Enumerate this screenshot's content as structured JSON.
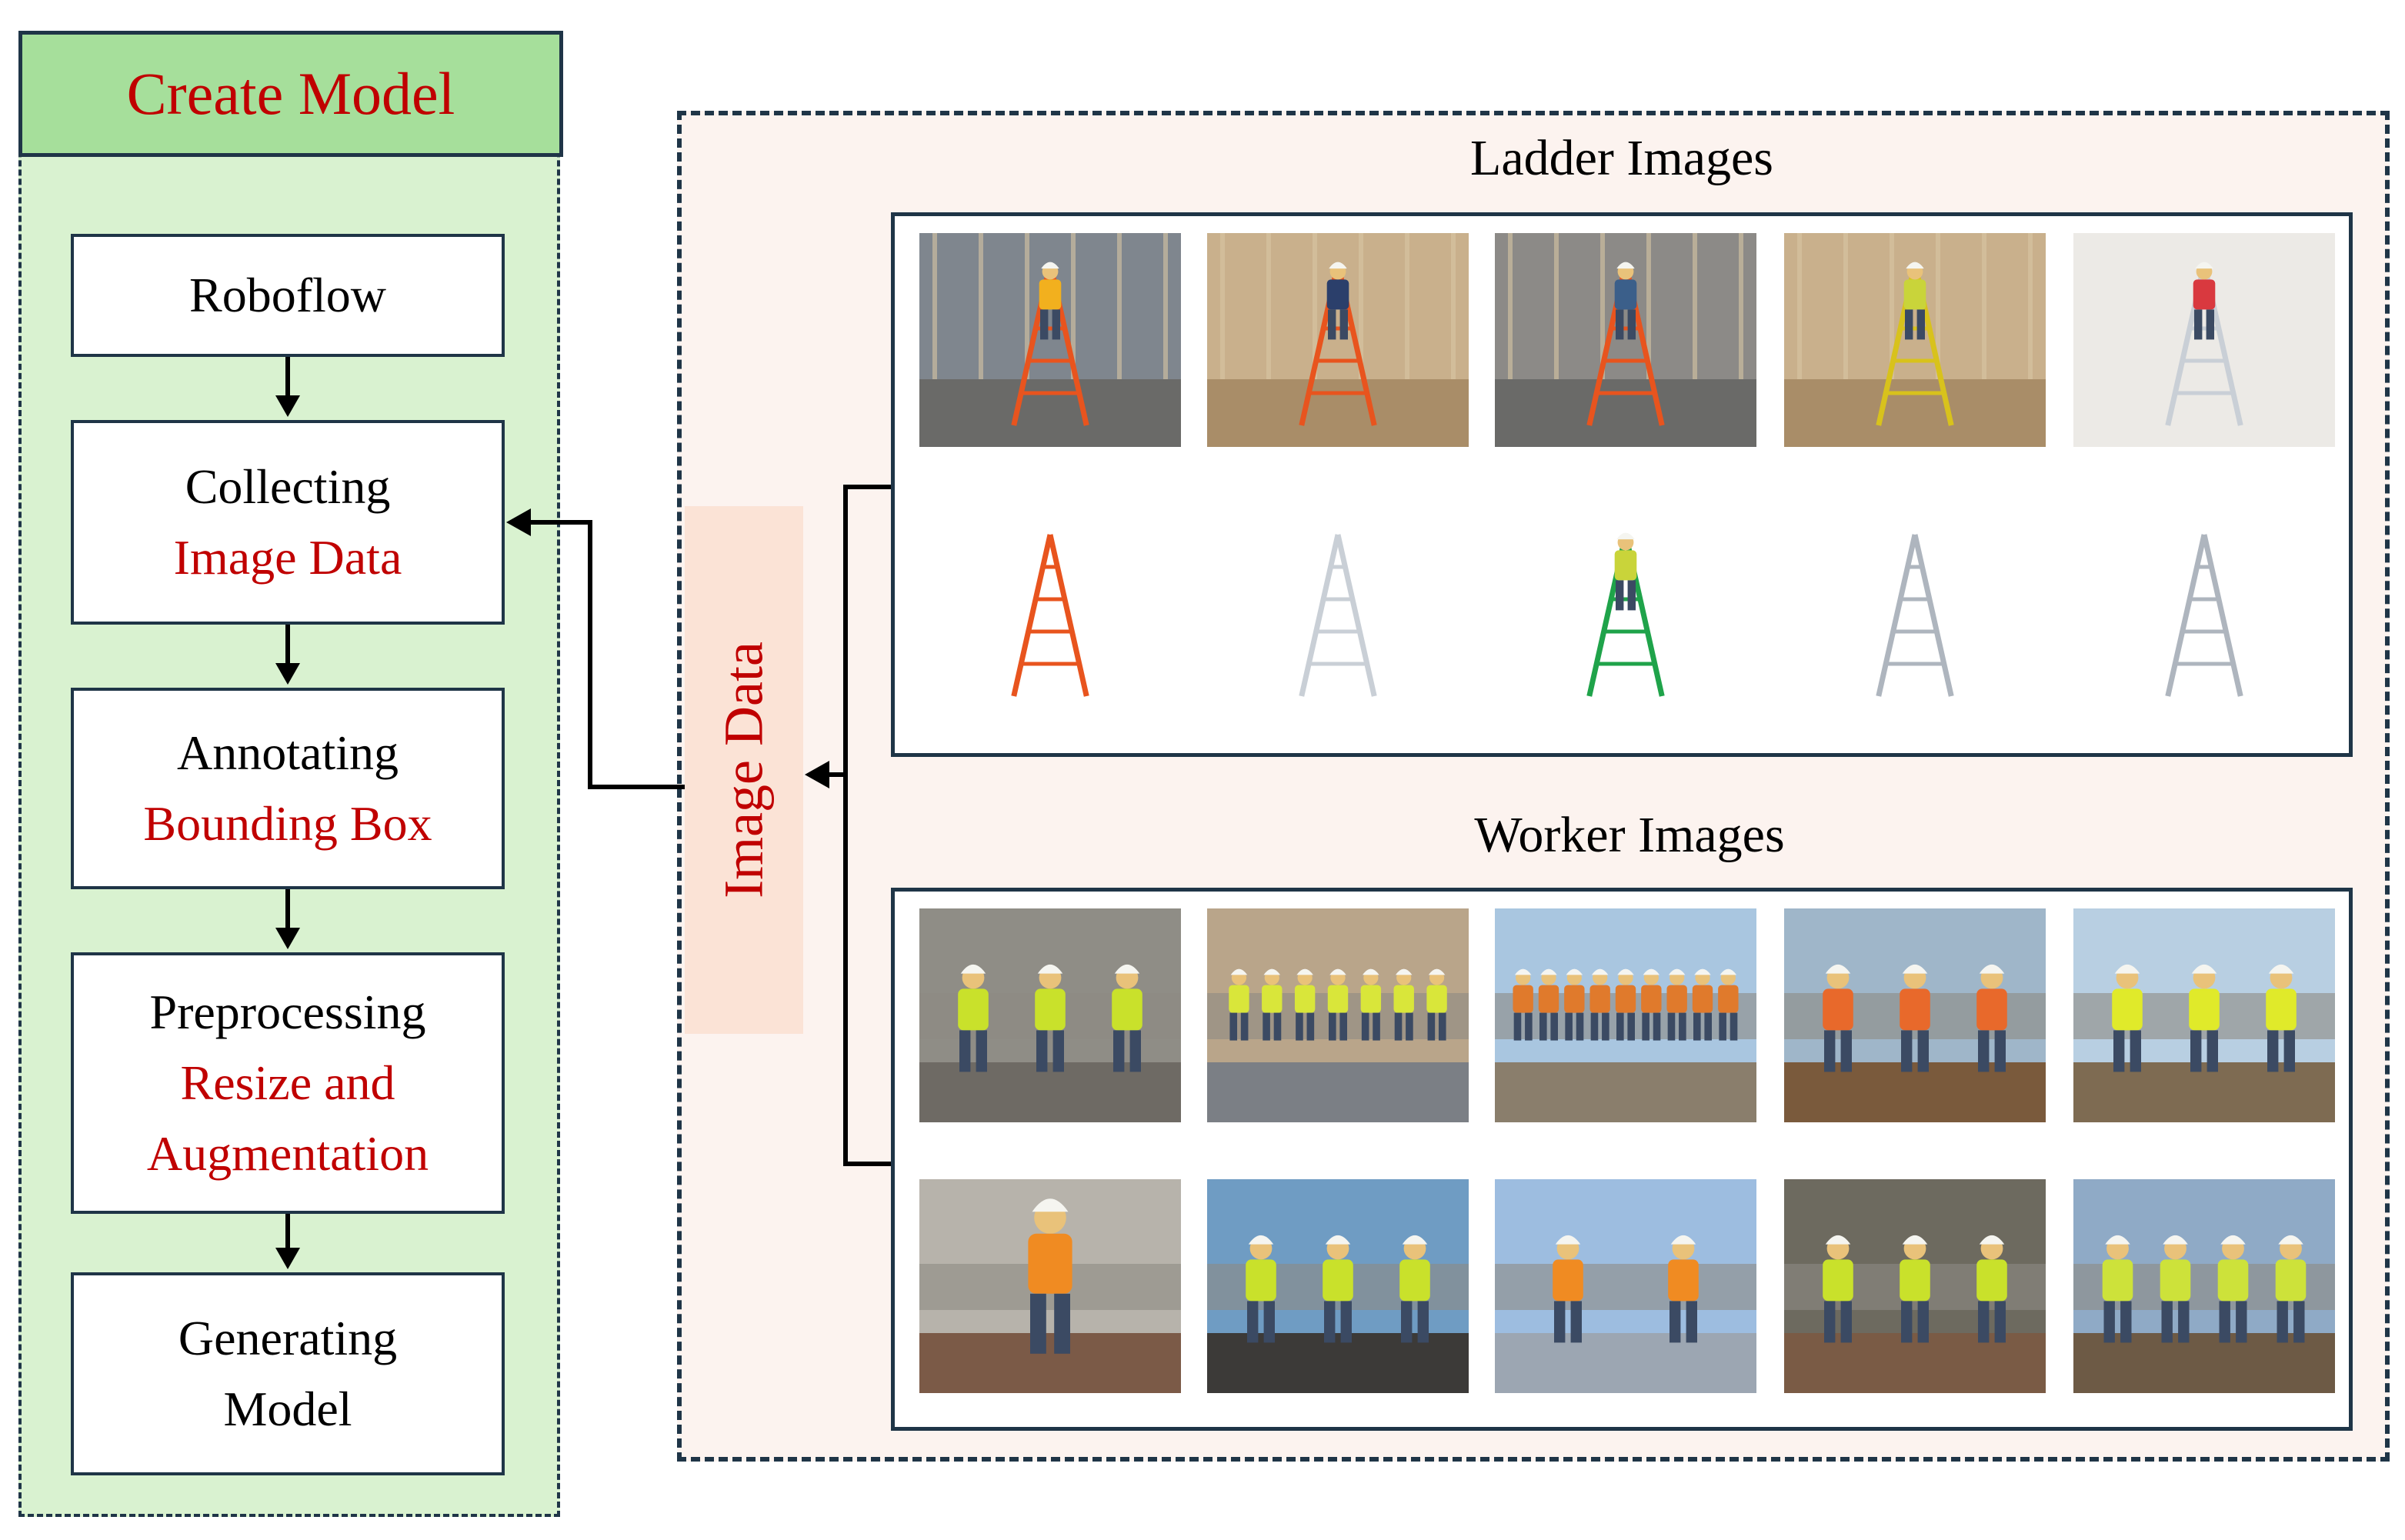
{
  "create_model": {
    "title": "Create Model",
    "steps": [
      {
        "lines": [
          {
            "text": "Roboflow",
            "color": "black"
          }
        ]
      },
      {
        "lines": [
          {
            "text": "Collecting",
            "color": "black"
          },
          {
            "text": "Image Data",
            "color": "red"
          }
        ]
      },
      {
        "lines": [
          {
            "text": "Annotating",
            "color": "black"
          },
          {
            "text": "Bounding Box",
            "color": "red"
          }
        ]
      },
      {
        "lines": [
          {
            "text": "Preprocessing",
            "color": "black"
          },
          {
            "text": "Resize and",
            "color": "red"
          },
          {
            "text": "Augmentation",
            "color": "red"
          }
        ]
      },
      {
        "lines": [
          {
            "text": "Generating",
            "color": "black"
          },
          {
            "text": "Model",
            "color": "black"
          }
        ]
      }
    ]
  },
  "image_data": {
    "label": "Image Data"
  },
  "ladder_images": {
    "title": "Ladder Images",
    "photos": [
      {
        "scene": "site",
        "ladder": "#e8541e",
        "vest": "#f2b01e"
      },
      {
        "scene": "frame",
        "ladder": "#e8541e",
        "vest": "#2b3f6b"
      },
      {
        "scene": "interior",
        "ladder": "#e8541e",
        "vest": "#3b5f8a"
      },
      {
        "scene": "frame",
        "ladder": "#d8c21c",
        "vest": "#c9d43a"
      },
      {
        "scene": "white",
        "ladder": "#c9cfd6",
        "vest": "#d9393f"
      },
      {
        "scene": "plain",
        "ladder": "#e8541e",
        "vest": ""
      },
      {
        "scene": "plain",
        "ladder": "#c9cfd6",
        "vest": ""
      },
      {
        "scene": "plain",
        "ladder": "#1fa34a",
        "vest": "#c9d43a"
      },
      {
        "scene": "plain",
        "ladder": "#aeb5be",
        "vest": ""
      },
      {
        "scene": "plain",
        "ladder": "#aeb5be",
        "vest": ""
      }
    ]
  },
  "worker_images": {
    "title": "Worker Images",
    "photos": [
      {
        "sky": "#8f8d86",
        "ground": "#6e6a64",
        "vest": "#c9e12b",
        "count": 3
      },
      {
        "sky": "#b9a58a",
        "ground": "#7b7f85",
        "vest": "#d9e63a",
        "count": 7
      },
      {
        "sky": "#a9c6e0",
        "ground": "#8a7e6c",
        "vest": "#e07a2c",
        "count": 9
      },
      {
        "sky": "#9fb6c9",
        "ground": "#7a5a3c",
        "vest": "#e8692b",
        "count": 3
      },
      {
        "sky": "#b8cfe2",
        "ground": "#7e6b52",
        "vest": "#e0ea2a",
        "count": 3
      },
      {
        "sky": "#b7b3ab",
        "ground": "#7b5a47",
        "vest": "#f08b22",
        "count": 1
      },
      {
        "sky": "#6f9cc3",
        "ground": "#3c3a38",
        "vest": "#c9e12b",
        "count": 3
      },
      {
        "sky": "#9dbde0",
        "ground": "#9ca6b2",
        "vest": "#f08b22",
        "count": 2
      },
      {
        "sky": "#6d6a5f",
        "ground": "#7a5b45",
        "vest": "#c9e12b",
        "count": 3
      },
      {
        "sky": "#8faac6",
        "ground": "#6d5a45",
        "vest": "#cde23a",
        "count": 4
      }
    ]
  },
  "colors": {
    "accent_red": "#c00000",
    "border": "#1f3547",
    "green_panel": "#d9f2d0",
    "green_header": "#a6df9b",
    "peach_panel": "#fcf3ef",
    "peach_band": "#fbe3d6"
  }
}
